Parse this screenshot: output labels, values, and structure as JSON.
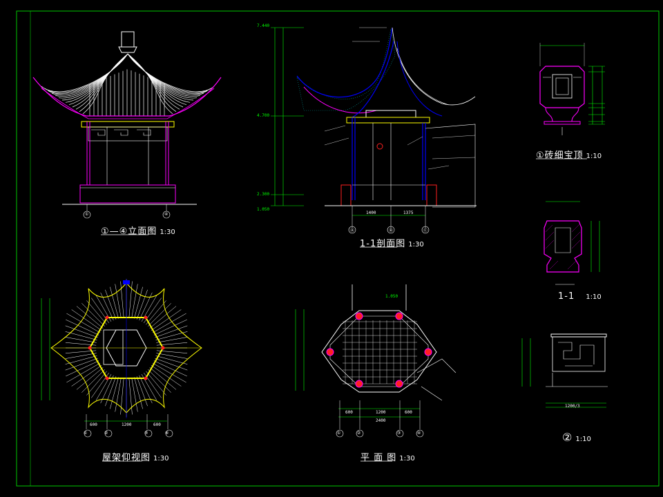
{
  "colors": {
    "background": "#000000",
    "border": "#00c800",
    "roof": "#ffffff",
    "eave": "#ff00ff",
    "timber": "#ffff00",
    "dimension": "#00ff00",
    "section": "#0000ff",
    "axis": "#ffffff",
    "column": "#ff2020",
    "foliage": "#00a0a0"
  },
  "drawings": {
    "elevation": {
      "title": "①—④立面图",
      "scale": "1:30",
      "axes": [
        "①",
        "④"
      ]
    },
    "section": {
      "title": "1-1剖面图",
      "scale": "1:30",
      "axes": [
        "Ⓐ",
        "Ⓑ",
        "Ⓒ"
      ],
      "levels": [
        "7.440",
        "4.700",
        "2.300",
        "1.050"
      ],
      "dims_horizontal": [
        "1400",
        "1375"
      ]
    },
    "finial_detail": {
      "title": "砖细宝顶",
      "number": "①",
      "scale": "1:10"
    },
    "finial_section": {
      "title": "1-1",
      "scale": "1:10"
    },
    "railing_detail": {
      "number": "②",
      "scale": "1:10",
      "dims": [
        "1200/3"
      ]
    },
    "roof_frame_plan": {
      "title": "屋架仰视图",
      "scale": "1:30",
      "axes_bottom": [
        "①",
        "②",
        "③",
        "④"
      ],
      "dims_bottom": [
        "600",
        "1200",
        "600"
      ]
    },
    "floor_plan": {
      "title": "平 面 图",
      "scale": "1:30",
      "axes_bottom": [
        "①",
        "②",
        "③",
        "④"
      ],
      "dims_bottom": [
        "600",
        "1200",
        "600",
        "2400"
      ],
      "level": "1.050"
    }
  }
}
